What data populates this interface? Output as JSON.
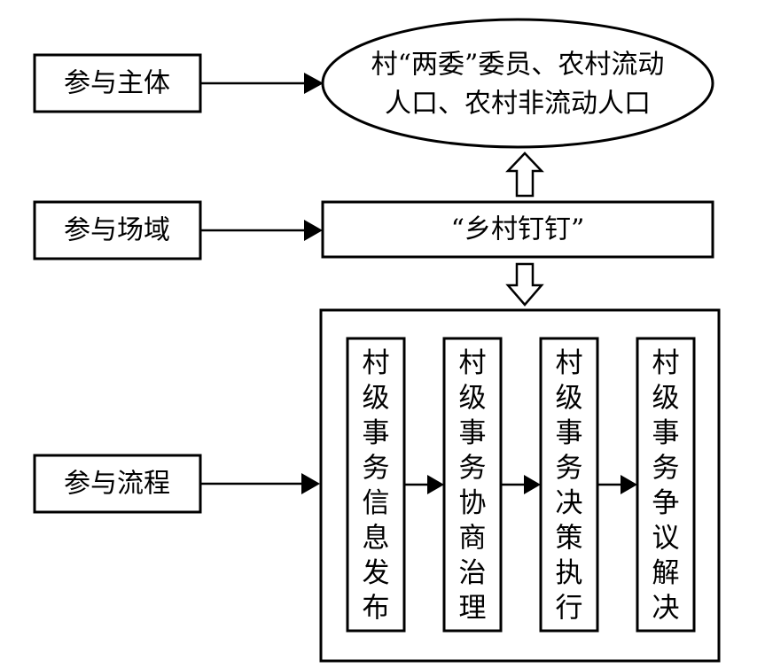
{
  "labels": {
    "participants": "参与主体",
    "field": "参与场域",
    "process": "参与流程"
  },
  "participants_ellipse": {
    "line1": "村“两委”委员、农村流动",
    "line2": "人口、农村非流动人口"
  },
  "platform": "“乡村钉钉”",
  "process_steps": [
    "村级事务信息发布",
    "村级事务协商治理",
    "村级事务决策执行",
    "村级事务争议解决"
  ]
}
